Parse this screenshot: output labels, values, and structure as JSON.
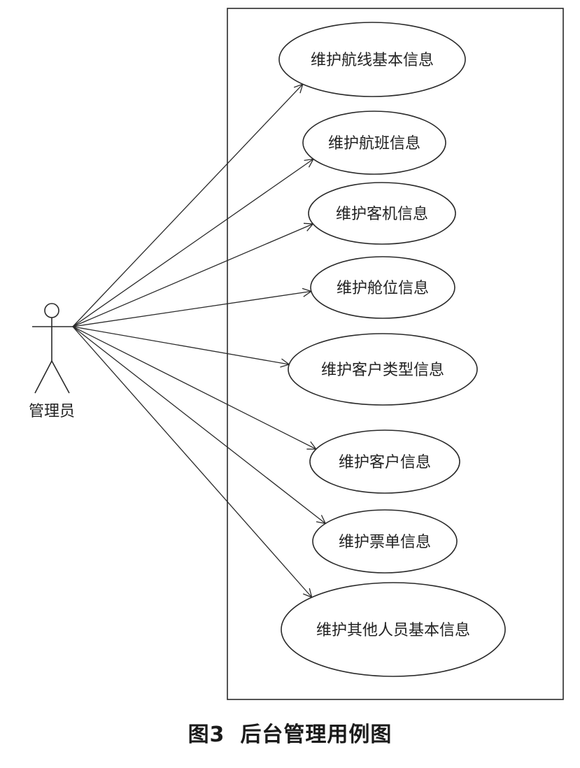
{
  "actor": {
    "label": "管理员",
    "icon": "stick-figure-icon"
  },
  "use_cases": [
    {
      "label": "维护航线基本信息"
    },
    {
      "label": "维护航班信息"
    },
    {
      "label": "维护客机信息"
    },
    {
      "label": "维护舱位信息"
    },
    {
      "label": "维护客户类型信息"
    },
    {
      "label": "维护客户信息"
    },
    {
      "label": "维护票单信息"
    },
    {
      "label": "维护其他人员基本信息"
    }
  ],
  "caption": {
    "figure_number": "图3",
    "title": "后台管理用例图"
  },
  "colors": {
    "stroke": "#2a2a2a",
    "text": "#222222"
  }
}
